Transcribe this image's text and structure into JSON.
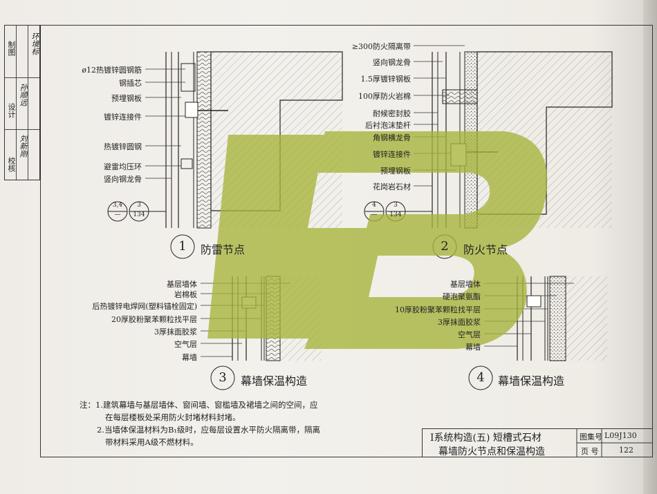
{
  "side_table": {
    "role_labels": [
      "校核",
      "设计",
      "制图"
    ],
    "sign_1": "刘新刚",
    "sign_2": "孙顺远",
    "sign_3": "环境标"
  },
  "detail1": {
    "number": "1",
    "title": "防雷节点",
    "labels": [
      "ø12热镀锌圆钢筋",
      "钢插芯",
      "预埋钢板",
      "镀锌连接件",
      "热镀锌圆钢",
      "避雷均压环",
      "竖向钢龙骨"
    ],
    "ref_left_top": "3,4",
    "ref_left_bottom": "—",
    "ref_right_top": "3",
    "ref_right_bottom": "134"
  },
  "detail2": {
    "number": "2",
    "title": "防火节点",
    "labels": [
      "≥300防火隔离带",
      "竖向钢龙骨",
      "1.5厚镀锌钢板",
      "100厚防火岩棉",
      "耐候密封胶",
      "后衬泡沫垫杆",
      "角钢横龙骨",
      "镀锌连接件",
      "预埋钢板",
      "花岗岩石材"
    ],
    "ref_left_top": "4",
    "ref_left_bottom": "—",
    "ref_right_top": "3",
    "ref_right_bottom": "134"
  },
  "detail3": {
    "number": "3",
    "title": "幕墙保温构造",
    "labels": [
      "基层墙体",
      "岩棉板",
      "后热镀锌电焊网(塑料锚栓固定)",
      "20厚胶粉聚苯颗粒找平层",
      "3厚抹面胶浆",
      "空气层",
      "幕墙"
    ]
  },
  "detail4": {
    "number": "4",
    "title": "幕墙保温构造",
    "labels": [
      "基层墙体",
      "硬泡聚氨酯",
      "10厚胶粉聚苯颗粒找平层",
      "3厚抹面胶浆",
      "空气层",
      "幕墙"
    ]
  },
  "notes": {
    "line1": "注：1.建筑幕墙与基层墙体、窗间墙、窗槛墙及裙墙之间的空间，应",
    "line2": "在每层楼板处采用防火封堵材料封堵。",
    "line3": "2.当墙体保温材料为B₁级时，应每层设置水平防火隔离带，隔离",
    "line4": "带材料采用A级不燃材料。"
  },
  "title_block": {
    "title_line1": "Ⅰ系统构造(五)  短槽式石材",
    "title_line2": "幕墙防火节点和保温构造",
    "atlas_label": "图集号",
    "atlas_value": "L09J130",
    "page_label": "页  号",
    "page_value": "122"
  },
  "colors": {
    "watermark": "#a7b43a",
    "line": "#2a2a2a",
    "paper": "#f2f0eb"
  }
}
